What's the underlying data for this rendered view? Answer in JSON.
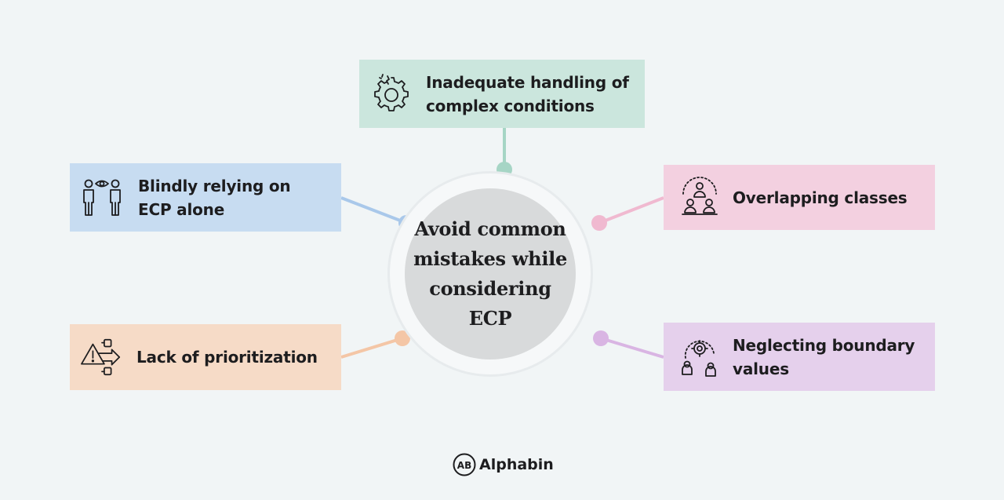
{
  "center": {
    "title": "Avoid common mistakes while considering ECP"
  },
  "nodes": [
    {
      "id": "top",
      "label": "Inadequate handling of complex conditions",
      "icon": "broken-gear-icon",
      "color": "#cbe6dd",
      "dot_color": "#a6d5c5"
    },
    {
      "id": "left-top",
      "label": "Blindly relying on ECP alone",
      "icon": "people-with-eye-icon",
      "color": "#c7dcf1",
      "dot_color": "#a9c8ea"
    },
    {
      "id": "right-top",
      "label": "Overlapping classes",
      "icon": "group-hierarchy-icon",
      "color": "#f3d0e0",
      "dot_color": "#f0b9d0"
    },
    {
      "id": "left-bottom",
      "label": "Lack of prioritization",
      "icon": "warning-flow-icon",
      "color": "#f6dbc7",
      "dot_color": "#f4c6a6"
    },
    {
      "id": "right-bottom",
      "label": "Neglecting boundary values",
      "icon": "people-gear-icon",
      "color": "#e5d0ec",
      "dot_color": "#d9b5e3"
    }
  ],
  "brand": {
    "name": "Alphabin",
    "mark": "AB",
    "icon": "alphabin-logo-icon"
  }
}
